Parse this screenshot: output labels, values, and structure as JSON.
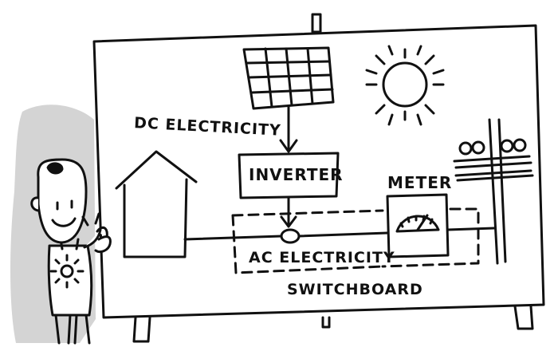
{
  "labels": {
    "dc": "DC ELECTRICITY",
    "inverter": "INVERTER",
    "meter": "METER",
    "ac": "AC ELECTRICITY",
    "switchboard": "SWITCHBOARD"
  }
}
